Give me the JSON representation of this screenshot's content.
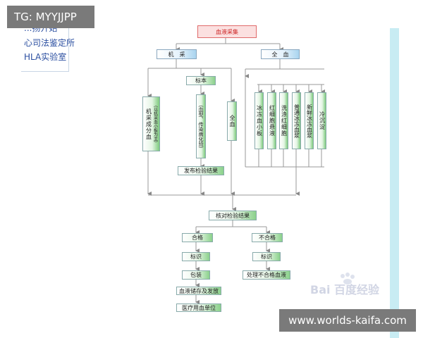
{
  "watermark_top": "TG: MYYJJPP",
  "watermark_bottom": "www.worlds-kaifa.com",
  "sidebar": {
    "links": [
      "...扬开始",
      "心司法鉴定所",
      "HLA实验室"
    ]
  },
  "flow": {
    "top": "血液采集",
    "jicai": "机　采",
    "quanxue": "全　血",
    "biaoben": "标本",
    "jicai_product": "机采成分血",
    "jicai_product_note": "（以机采血小板为主）",
    "biaoben_test": "（血型、传染病化验）",
    "quanxue_col": "全血",
    "components": [
      "冰冻血小板",
      "红细胞悬液",
      "洗涤红细胞",
      "普通冰冻血浆",
      "新鲜冰冻血浆",
      "冷沉淀"
    ],
    "publish": "发布检验结果",
    "verify": "核对检验结果",
    "pass": "合格",
    "fail": "不合格",
    "label_pass": "标识",
    "label_fail": "标识",
    "pack": "包装",
    "dispose": "处理不合格血液",
    "store": "血液储存及发放",
    "hospital": "医疗用血单位"
  },
  "logo": {
    "text": "Bai 百度经验"
  }
}
